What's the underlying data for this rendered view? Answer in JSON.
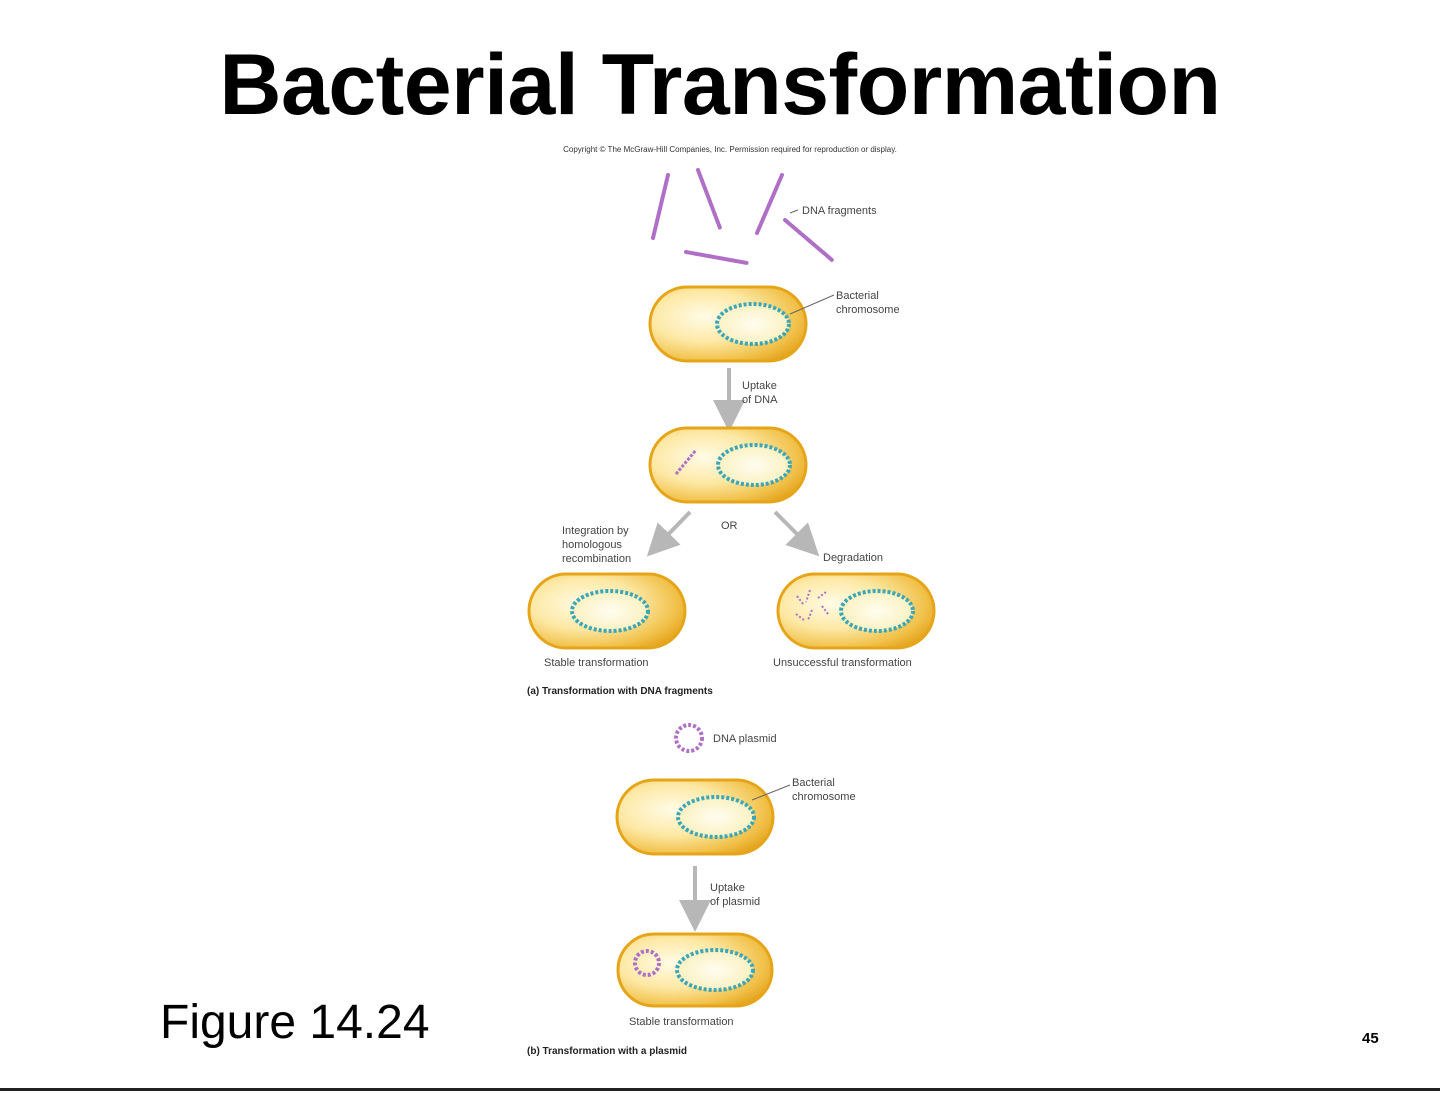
{
  "slide": {
    "title": "Bacterial Transformation",
    "copyright": "Copyright © The McGraw-Hill Companies, Inc. Permission required for reproduction or display.",
    "figure_label": "Figure 14.24",
    "page_number": "45"
  },
  "diagram": {
    "part_a": {
      "dna_fragments_label": "DNA fragments",
      "chromosome_label_line1": "Bacterial",
      "chromosome_label_line2": "chromosome",
      "uptake_label_line1": "Uptake",
      "uptake_label_line2": "of DNA",
      "or_label": "OR",
      "integration_label_line1": "Integration by",
      "integration_label_line2": "homologous",
      "integration_label_line3": "recombination",
      "degradation_label": "Degradation",
      "stable_label": "Stable transformation",
      "unsuccessful_label": "Unsuccessful transformation",
      "caption": "(a) Transformation with DNA fragments"
    },
    "part_b": {
      "plasmid_label": "DNA plasmid",
      "chromosome_label_line1": "Bacterial",
      "chromosome_label_line2": "chromosome",
      "uptake_label_line1": "Uptake",
      "uptake_label_line2": "of plasmid",
      "stable_label": "Stable transformation",
      "caption": "(b) Transformation with a plasmid"
    }
  },
  "colors": {
    "cell_outer": "#e6a519",
    "cell_inner": "#fdf2c4",
    "chromosome": "#3aa6b8",
    "dna": "#b06fc7",
    "arrow": "#b7b7b7"
  }
}
